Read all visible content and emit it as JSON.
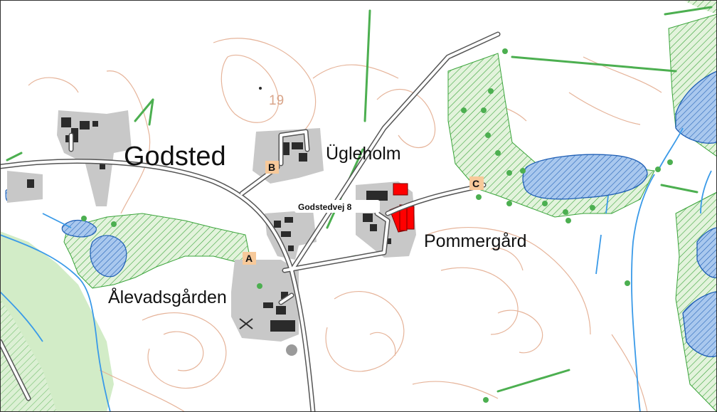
{
  "places": {
    "village": "Godsted",
    "farm_ugleholm": "Ügleholm",
    "farm_pommergard": "Pommergård",
    "farm_alevadsgarden": "Ålevadsgården"
  },
  "address_label": "Godstedvej 8",
  "elevation_label": "19",
  "markers": {
    "a": "A",
    "b": "B",
    "c": "C"
  },
  "colors": {
    "background": "#ffffff",
    "contour": "#e6b49a",
    "settlement": "#c8c8c8",
    "building": "#2b2b2b",
    "target_building": "#ff0000",
    "forest_hatch": "#3aa43a",
    "forest_fill": "#e3f3dc",
    "meadow": "#d2ecc7",
    "water_fill": "#a9c8ee",
    "water_hatch": "#1f5fb5",
    "stream": "#3a9ae8",
    "hedge": "#4caf50",
    "road_outline": "#555555",
    "marker_fill": "#f7c99a"
  }
}
